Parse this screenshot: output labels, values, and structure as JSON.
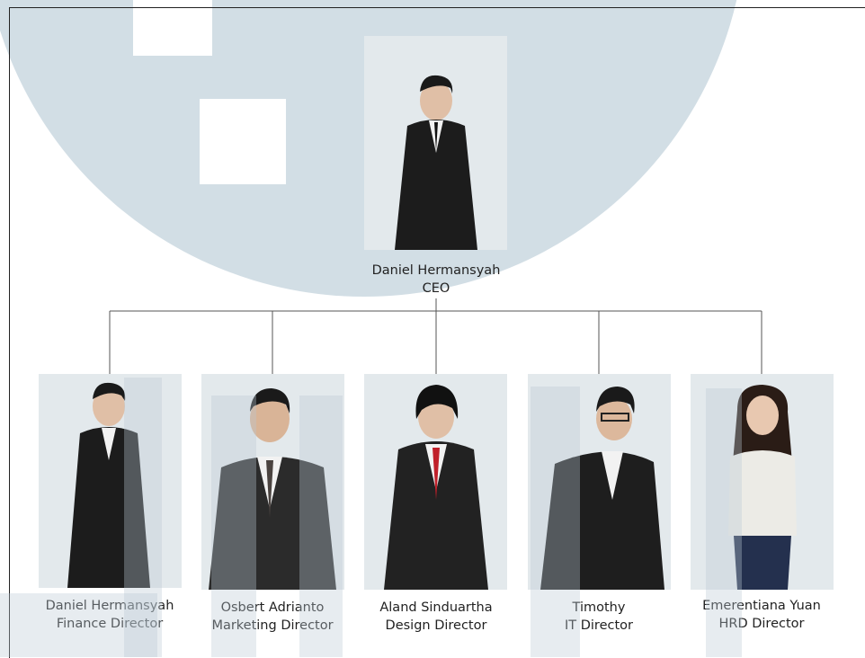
{
  "chart": {
    "ceo": {
      "name": "Daniel Hermansyah",
      "title": "CEO"
    },
    "directors": [
      {
        "name": "Daniel Hermansyah",
        "title": "Finance Director"
      },
      {
        "name": "Osbert Adrianto",
        "title": "Marketing Director"
      },
      {
        "name": "Aland Sinduartha",
        "title": "Design Director"
      },
      {
        "name": "Timothy",
        "title": "IT Director"
      },
      {
        "name": "Emerentiana Yuan",
        "title": "HRD Director"
      }
    ]
  },
  "colors": {
    "watermark": "#bccdd6",
    "line": "#555555",
    "suit": "#1a1a1a",
    "photo_bg": "#e3e9ec"
  }
}
